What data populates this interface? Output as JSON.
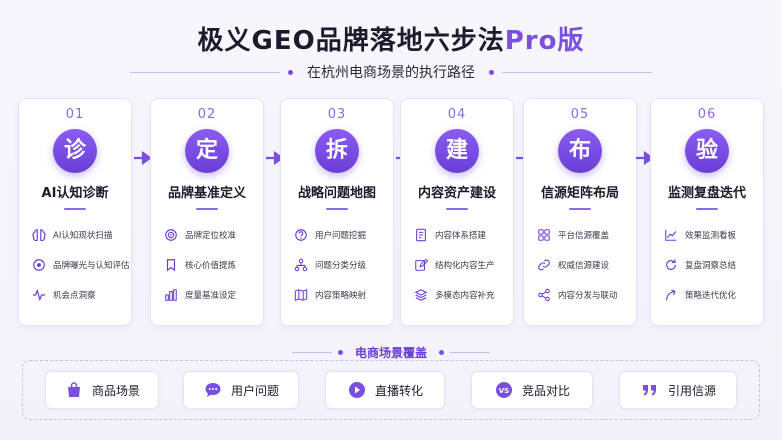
{
  "header": {
    "title_main": "极义GEO品牌落地六步法",
    "title_accent": "Pro版",
    "subtitle": "在杭州电商场景的执行路径"
  },
  "steps": [
    {
      "num": "01",
      "char": "诊",
      "name": "AI认知诊断",
      "items": [
        {
          "icon": "brain-icon",
          "label": "AI认知现状扫描"
        },
        {
          "icon": "eye-icon",
          "label": "品牌曝光与认知评估"
        },
        {
          "icon": "pulse-icon",
          "label": "机会点洞察"
        }
      ]
    },
    {
      "num": "02",
      "char": "定",
      "name": "品牌基准定义",
      "items": [
        {
          "icon": "target-icon",
          "label": "品牌定位校准"
        },
        {
          "icon": "bookmark-icon",
          "label": "核心价值提炼"
        },
        {
          "icon": "bar-chart-icon",
          "label": "度量基准设定"
        }
      ]
    },
    {
      "num": "03",
      "char": "拆",
      "name": "战略问题地图",
      "items": [
        {
          "icon": "question-icon",
          "label": "用户问题挖掘"
        },
        {
          "icon": "hierarchy-icon",
          "label": "问题分类分级"
        },
        {
          "icon": "map-icon",
          "label": "内容策略映射"
        }
      ]
    },
    {
      "num": "04",
      "char": "建",
      "name": "内容资产建设",
      "items": [
        {
          "icon": "document-icon",
          "label": "内容体系搭建"
        },
        {
          "icon": "edit-icon",
          "label": "结构化内容生产"
        },
        {
          "icon": "layers-icon",
          "label": "多模态内容补充"
        }
      ]
    },
    {
      "num": "05",
      "char": "布",
      "name": "信源矩阵布局",
      "items": [
        {
          "icon": "grid-icon",
          "label": "平台信源覆盖"
        },
        {
          "icon": "link-icon",
          "label": "权威信源建设"
        },
        {
          "icon": "share-icon",
          "label": "内容分发与联动"
        }
      ]
    },
    {
      "num": "06",
      "char": "验",
      "name": "监测复盘迭代",
      "items": [
        {
          "icon": "trend-icon",
          "label": "效果监测看板"
        },
        {
          "icon": "refresh-icon",
          "label": "复盘洞察总结"
        },
        {
          "icon": "growth-arrow-icon",
          "label": "策略迭代优化"
        }
      ]
    }
  ],
  "coverage": {
    "title": "电商场景覆盖",
    "scenes": [
      {
        "icon": "shopping-bag-icon",
        "label": "商品场景"
      },
      {
        "icon": "chat-bubble-icon",
        "label": "用户问题"
      },
      {
        "icon": "play-icon",
        "label": "直播转化"
      },
      {
        "icon": "vs-icon",
        "label": "竞品对比"
      },
      {
        "icon": "quote-icon",
        "label": "引用信源"
      }
    ]
  },
  "colors": {
    "accent": "#7a4fe0",
    "accent_dark": "#6a3ed6",
    "text": "#1b1b2b"
  }
}
